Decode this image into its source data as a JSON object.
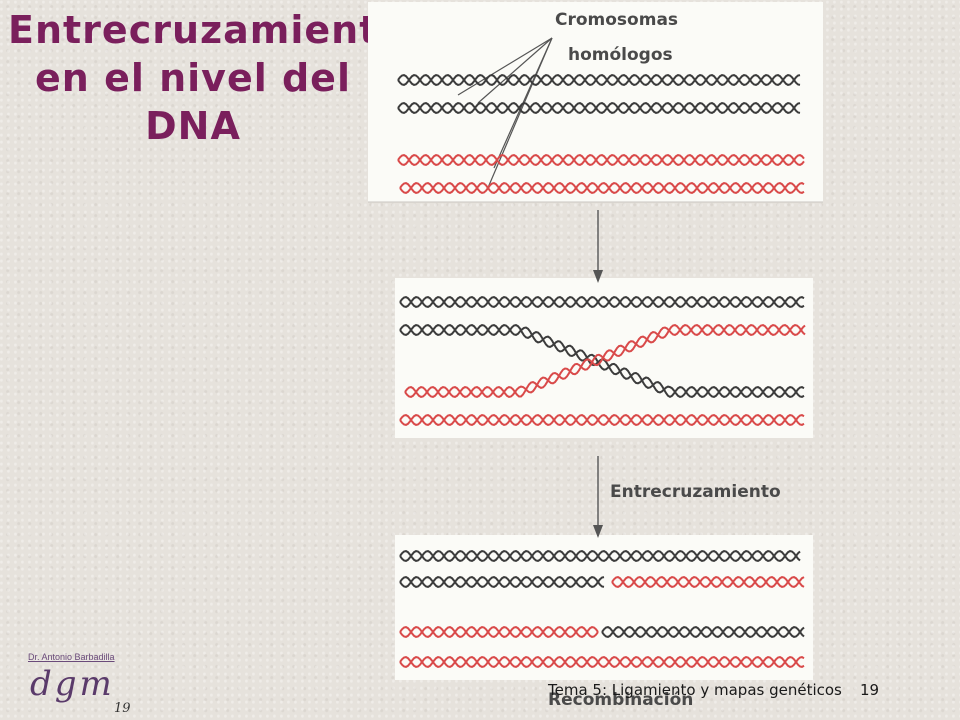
{
  "slide": {
    "title_lines": [
      "Entrecruzamiento",
      "en el nivel del",
      "DNA"
    ],
    "author": "Dr. Antonio Barbadilla",
    "logo_text": "dgm",
    "logo_number": "19",
    "footer": "Tema 5: Ligamiento y mapas genéticos",
    "page_number": "19"
  },
  "figure": {
    "label_homologous_line1": "Cromosomas",
    "label_homologous_line2": "homólogos",
    "label_crossover": "Entrecruzamiento",
    "label_recombination": "Recombinación",
    "colors": {
      "title": "#7a1f5c",
      "dark_strand": "#3c3c3c",
      "red_strand": "#d94a4a",
      "label": "#4a4a4a"
    }
  }
}
